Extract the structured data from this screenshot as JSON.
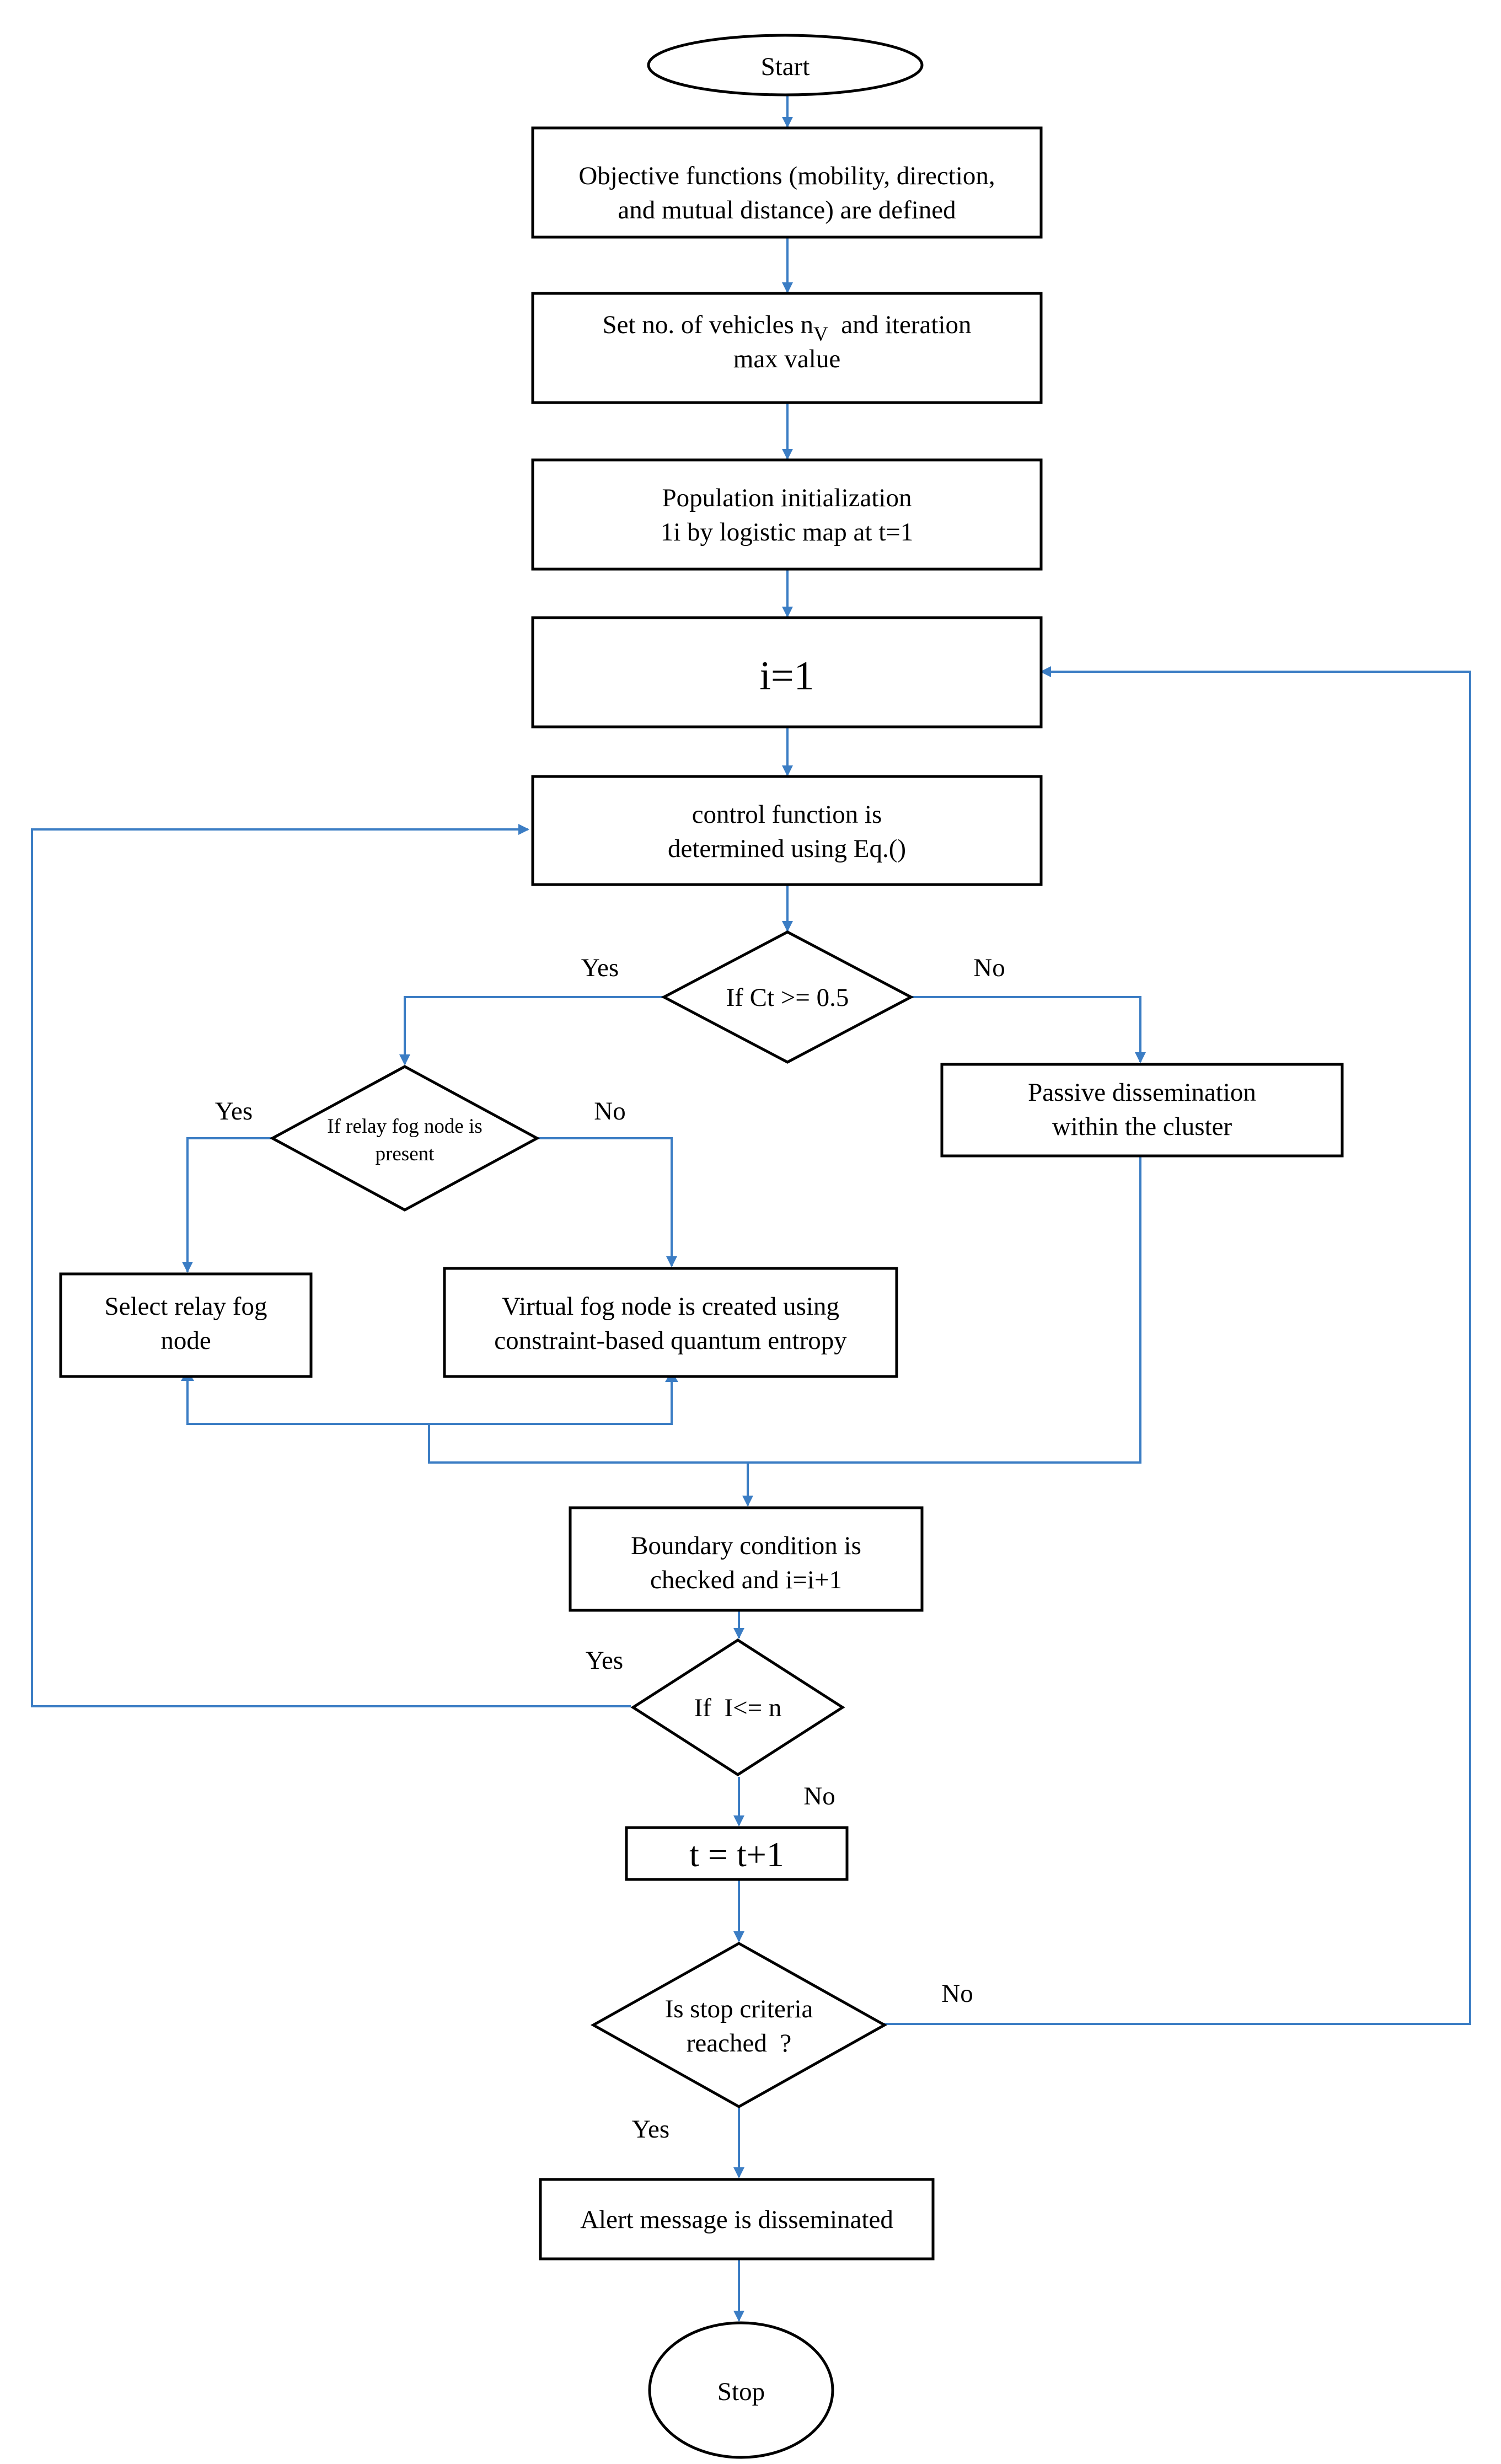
{
  "colors": {
    "connector": "#3b7dc4",
    "outline": "#000000",
    "background": "#ffffff"
  },
  "nodes": {
    "start": "Start",
    "objective": [
      "Objective functions (mobility, direction,",
      "and mutual distance) are defined"
    ],
    "set_vehicles": {
      "prefix": "Set no. of vehicles n",
      "subscript": "V",
      "suffix": "  and iteration",
      "line2": "max value"
    },
    "population": [
      "Population initialization",
      "1i by logistic map at t=1"
    ],
    "i_init": "i=1",
    "control": [
      "control function is",
      "determined using Eq.()"
    ],
    "if_ct": "If Ct >= 0.5",
    "passive": [
      "Passive dissemination",
      "within the cluster"
    ],
    "if_relay": [
      "If relay fog node is",
      "present"
    ],
    "select_relay": [
      "Select relay fog",
      "node"
    ],
    "virtual_fog": [
      "Virtual fog node is created using",
      "constraint-based quantum entropy"
    ],
    "boundary": [
      "Boundary condition is",
      "checked and i=i+1"
    ],
    "if_i": "If  I<= n",
    "t_inc": "t = t+1",
    "stop_criteria": [
      "Is stop criteria",
      "reached  ?"
    ],
    "alert": "Alert message is disseminated",
    "stop": "Stop"
  },
  "labels": {
    "ct_yes": "Yes",
    "ct_no": "No",
    "relay_yes": "Yes",
    "relay_no": "No",
    "i_yes": "Yes",
    "i_no": "No",
    "stop_no": "No",
    "stop_yes": "Yes"
  }
}
